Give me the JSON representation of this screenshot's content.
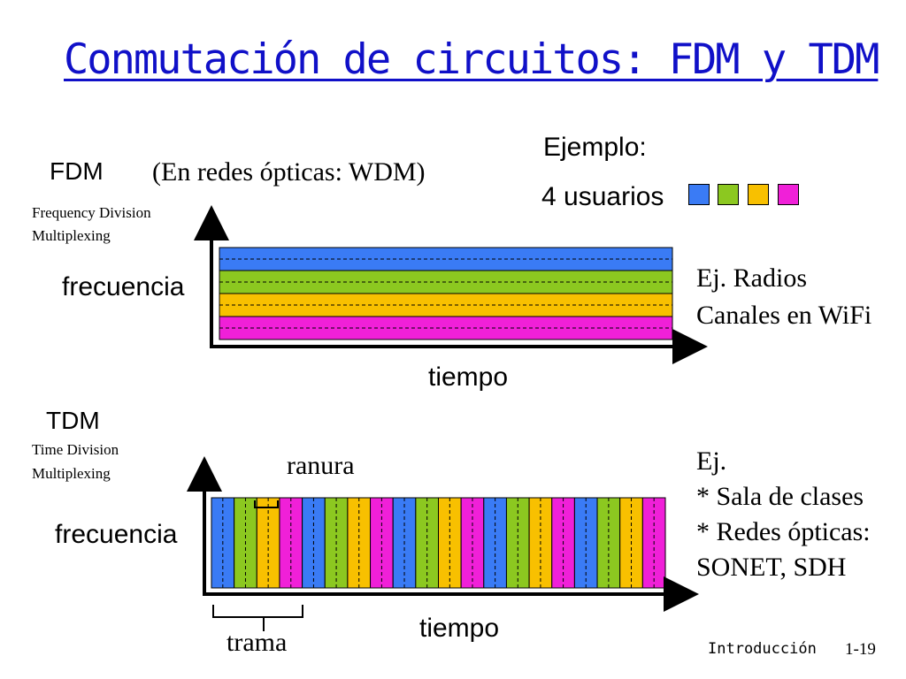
{
  "title": "Conmutación de circuitos: FDM y TDM",
  "example": {
    "heading": "Ejemplo:",
    "users_label": "4 usuarios",
    "user_colors": [
      "#3a7bf5",
      "#8cc820",
      "#f8c000",
      "#f020d8"
    ]
  },
  "fdm": {
    "label": "FDM",
    "note": "(En redes ópticas: WDM)",
    "full_name_line1": "Frequency Division",
    "full_name_line2": "Multiplexing",
    "y_axis": "frecuencia",
    "x_axis": "tiempo",
    "examples_line1": "Ej. Radios",
    "examples_line2": "Canales en WiFi"
  },
  "tdm": {
    "label": "TDM",
    "full_name_line1": "Time Division",
    "full_name_line2": "Multiplexing",
    "y_axis": "frecuencia",
    "x_axis": "tiempo",
    "slot_label": "ranura",
    "frame_label": "trama",
    "examples_line1": "Ej.",
    "examples_line2": "* Sala de clases",
    "examples_line3": "* Redes ópticas:",
    "examples_line4": "SONET, SDH"
  },
  "footer": {
    "section": "Introducción",
    "page": "1-19"
  }
}
